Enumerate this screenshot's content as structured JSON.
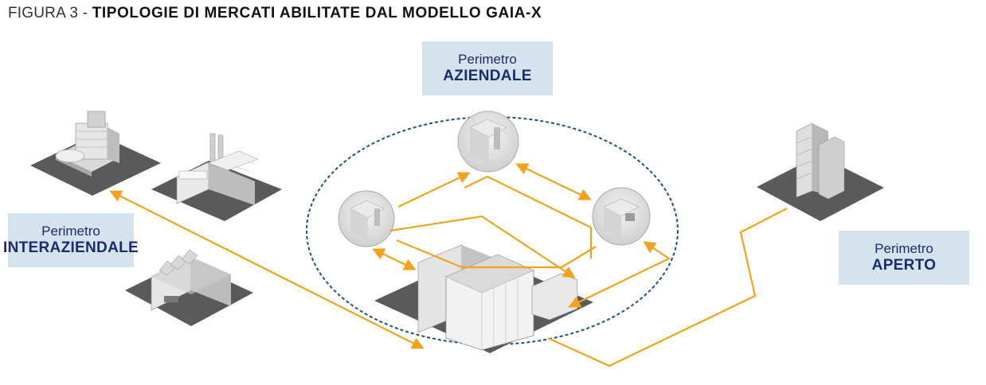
{
  "figure": {
    "prefix": "FIGURA 3 -",
    "title": "TIPOLOGIE DI MERCATI ABILITATE DAL MODELLO GAIA-X"
  },
  "perimeters": {
    "aziendale": {
      "line1": "Perimetro",
      "line2": "AZIENDALE"
    },
    "interaziendale": {
      "line1": "Perimetro",
      "line2": "INTERAZIENDALE"
    },
    "aperto": {
      "line1": "Perimetro",
      "line2": "APERTO"
    }
  },
  "colors": {
    "arrow": "#f2a31b",
    "ellipse": "#1d4f8c",
    "label_bg": "#d4e3ec",
    "label_text": "#1a2c6e",
    "ground": "#5a5a5a"
  },
  "icons": {
    "hospital": "hospital-building-icon",
    "power_plant": "power-plant-icon",
    "factory": "factory-icon",
    "office_tower": "office-tower-icon",
    "headquarters": "headquarters-building-icon",
    "lab_room": "lab-room-icon",
    "office_room": "office-room-icon",
    "warehouse_room": "warehouse-room-icon"
  }
}
